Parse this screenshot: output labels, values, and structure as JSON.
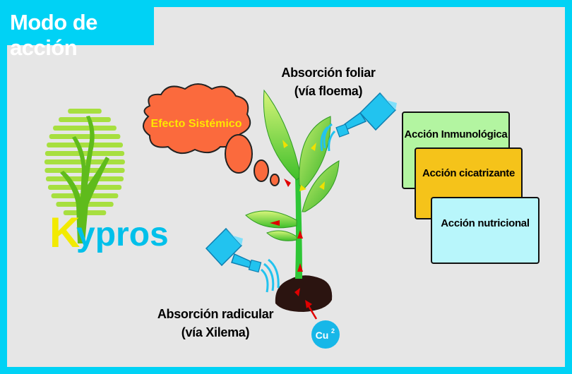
{
  "title": "Modo de acción",
  "brand": {
    "name_first": "K",
    "name_rest": "ypros",
    "colors": {
      "stripes": "#a7df3f",
      "green": "#6bc31f",
      "k": "#f2ea00",
      "text": "#00c0ea"
    }
  },
  "labels": {
    "foliar_line1": "Absorción foliar",
    "foliar_line2": "(vía floema)",
    "root_line1": "Absorción radicular",
    "root_line2": "(vía Xilema)",
    "systemic": "Efecto Sistémico",
    "ion_base": "Cu",
    "ion_sup": "2"
  },
  "actions": [
    {
      "label": "Acción Inmunológica",
      "color": "#b3f5a1"
    },
    {
      "label": "Acción cicatrizante",
      "color": "#f5c31a"
    },
    {
      "label": "Acción nutricional",
      "color": "#b8f6fb"
    }
  ],
  "colors": {
    "frame": "#00d2f5",
    "panel": "#e6e6e6",
    "cloud": "#fb6a3d",
    "cloud_text": "#ffe600",
    "soil": "#2b1410",
    "watering_can": "#22c3ef",
    "arrow_red": "#e00000",
    "arrow_yellow": "#f0e000"
  },
  "icons": [
    "kypros-logo",
    "plant-icon",
    "watering-can-icon",
    "thought-cloud",
    "cu-ion-icon"
  ]
}
